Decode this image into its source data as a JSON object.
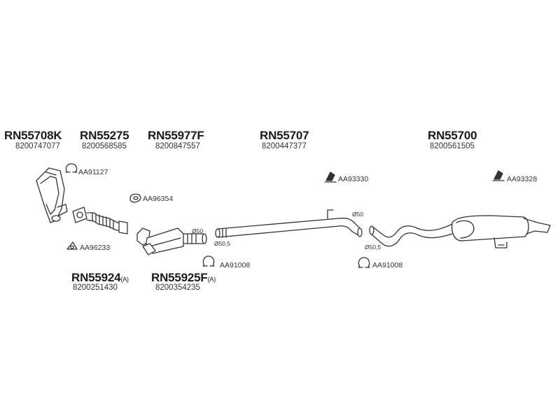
{
  "parts": [
    {
      "code": "RN55708K",
      "oem": "8200747077"
    },
    {
      "code": "RN55275",
      "oem": "8200568585"
    },
    {
      "code": "RN55977F",
      "oem": "8200847557"
    },
    {
      "code": "RN55707",
      "oem": "8200447377"
    },
    {
      "code": "RN55700",
      "oem": "8200561505"
    },
    {
      "code": "RN55924",
      "suffix": "(A)",
      "oem": "8200251430"
    },
    {
      "code": "RN55925F",
      "suffix": "(A)",
      "oem": "8200354235"
    }
  ],
  "accessories": {
    "clamp_a": "AA91127",
    "gasket_a": "AA96354",
    "gasket_b": "AA96233",
    "clamp_b": "AA91008",
    "clamp_c": "AA91008",
    "mount_a": "AA93330",
    "mount_b": "AA93328"
  },
  "dimensions": {
    "d1": "Ø50",
    "d2": "Ø50,5",
    "d3": "Ø50",
    "d4": "Ø50,5"
  }
}
